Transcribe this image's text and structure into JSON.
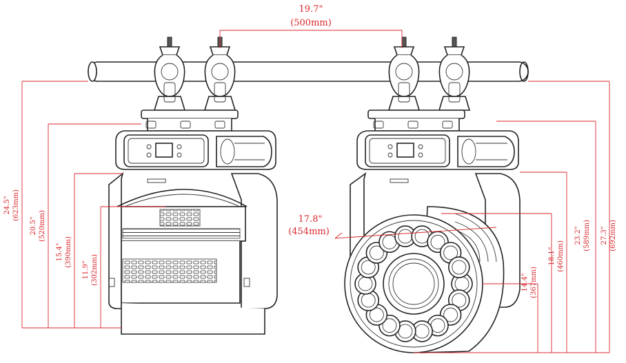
{
  "dimensions": {
    "top_width": {
      "inch": "19.7\"",
      "mm": "(500mm)"
    },
    "side_depth": {
      "inch": "17.8\"",
      "mm": "(454mm)"
    },
    "left_h1": {
      "inch": "24.5\"",
      "mm": "(623mm)"
    },
    "left_h2": {
      "inch": "20.5\"",
      "mm": "(520mm)"
    },
    "left_h3": {
      "inch": "15.4\"",
      "mm": "(390mm)"
    },
    "left_h4": {
      "inch": "11.9\"",
      "mm": "(302mm)"
    },
    "right_h1": {
      "inch": "14.4\"",
      "mm": "(367mm)"
    },
    "right_h2": {
      "inch": "18.1\"",
      "mm": "(460mm)"
    },
    "right_h3": {
      "inch": "23.2\"",
      "mm": "(589mm)"
    },
    "right_h4": {
      "inch": "27.3\"",
      "mm": "(692mm)"
    }
  },
  "colors": {
    "dimension": "#d9262c",
    "outline": "#222222"
  },
  "icons": [
    "truss-pipe",
    "half-coupler-clamp",
    "display-panel",
    "led-ring-lens"
  ]
}
